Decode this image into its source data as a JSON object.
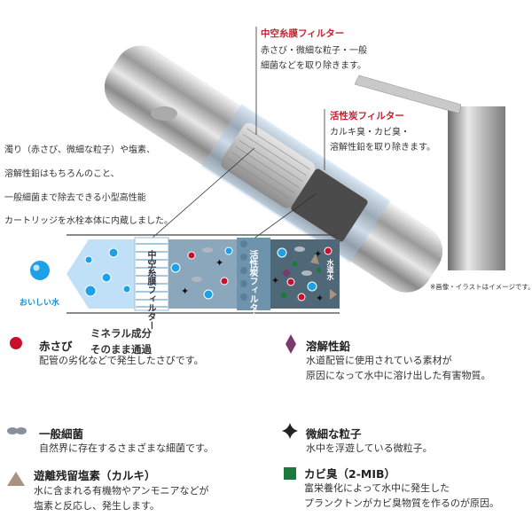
{
  "callouts": {
    "hollow_fiber": {
      "title": "中空糸膜フィルター",
      "lines": [
        "赤さび・微細な粒子・一般",
        "細菌などを取り除きます。"
      ]
    },
    "activated_carbon": {
      "title": "活性炭フィルター",
      "lines": [
        "カルキ臭・カビ臭・",
        "溶解性鉛を取り除きます。"
      ]
    }
  },
  "intro_lines": [
    "濁り（赤さび、微細な粒子）や塩素、",
    "溶解性鉛はもちろんのこと、",
    "一般細菌まで除去できる小型高性能",
    "カートリッジを水栓本体に内蔵しました。"
  ],
  "diagram": {
    "output_label": "おいしい水",
    "hollow_filter_label": "中空糸膜フィルター",
    "carbon_filter_label": "活性炭フィルター",
    "tap_water_label": "水道水",
    "mineral_legend": [
      "ミネラル成分",
      "そのまま通過"
    ]
  },
  "note": "※画像・イラストはイメージです。",
  "legend": [
    {
      "icon": "red-rust-dot",
      "color": "#c8102e",
      "title": "赤さび",
      "desc": [
        "配管の劣化などで発生したさびです。"
      ]
    },
    {
      "icon": "purple-diamond",
      "color": "#7b3a6b",
      "title": "溶解性鉛",
      "desc": [
        "水道配管に使用されている素材が",
        "原因になって水中に溶け出した有害物質。"
      ]
    },
    {
      "icon": "gray-bacteria",
      "color": "#8a8f9c",
      "title": "一般細菌",
      "desc": [
        "自然界に存在するさまざまな細菌です。"
      ]
    },
    {
      "icon": "black-sparkle",
      "color": "#222222",
      "title": "微細な粒子",
      "desc": [
        "水中を浮遊している微粒子。"
      ]
    },
    {
      "icon": "tan-triangle",
      "color": "#a89380",
      "title": "遊離残留塩素（カルキ）",
      "desc": [
        "水に含まれる有機物やアンモニアなどが",
        "塩素と反応し、発生します。"
      ]
    },
    {
      "icon": "green-square",
      "color": "#1e7a3c",
      "title": "カビ臭（2-MIB）",
      "desc": [
        "富栄養化によって水中に発生した",
        "プランクトンがカビ臭物質を作るのが原因。"
      ]
    }
  ]
}
